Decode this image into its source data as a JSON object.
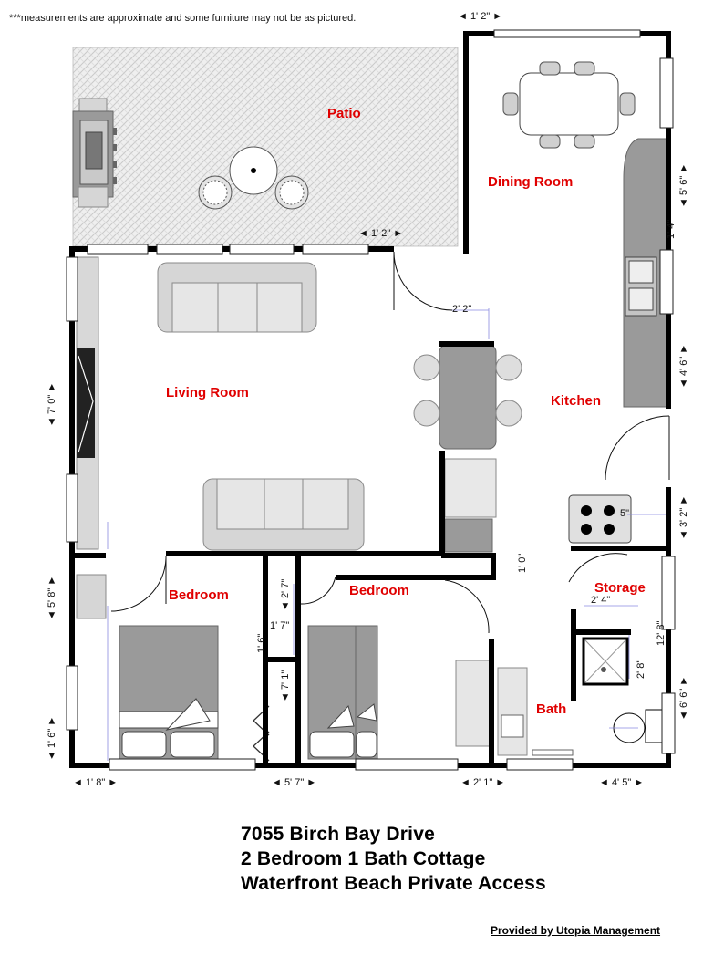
{
  "note": "***measurements are approximate and some furniture may not be as pictured.",
  "rooms": {
    "patio": "Patio",
    "dining": "Dining Room",
    "living": "Living Room",
    "kitchen": "Kitchen",
    "bedroom1": "Bedroom",
    "bedroom2": "Bedroom",
    "storage": "Storage",
    "bath": "Bath"
  },
  "dimensions": {
    "d_top": "◄ 1' 2\" ►",
    "d_patio": "◄ 1' 2\" ►",
    "d_5_6": "◄ 5' 6\" ►",
    "d_1_4": "1' 4\"",
    "d_4_6": "◄ 4' 6\" ►",
    "d_2_2": "2' 2\"",
    "d_7_0": "◄ 7' 0\" ►",
    "d_3_2": "◄ 3' 2\" ►",
    "d_5_small": "5\"",
    "d_1_0": "1' 0\"",
    "d_1_6_small": "1' 6\"",
    "d_5_8": "◄ 5' 8\" ►",
    "d_2_7": "◄ 2' 7\"",
    "d_1_7": "1' 7\"",
    "d_2_4": "2' 4\"",
    "d_12_8": "12' 8\"",
    "d_2_8": "2' 8\"",
    "d_7_1": "◄ 7' 1\"",
    "d_6_6": "◄ 6' 6\" ►",
    "d_1_6": "◄ 1' 6\" ►",
    "d_1_8": "◄ 1' 8\" ►",
    "d_5_7": "◄ 5' 7\" ►",
    "d_2_1": "◄ 2' 1\" ►",
    "d_4_5": "◄ 4' 5\" ►"
  },
  "address": {
    "line1": "7055 Birch Bay Drive",
    "line2": "2 Bedroom 1 Bath Cottage",
    "line3": "Waterfront Beach Private Access"
  },
  "credit": "Provided by Utopia Management"
}
